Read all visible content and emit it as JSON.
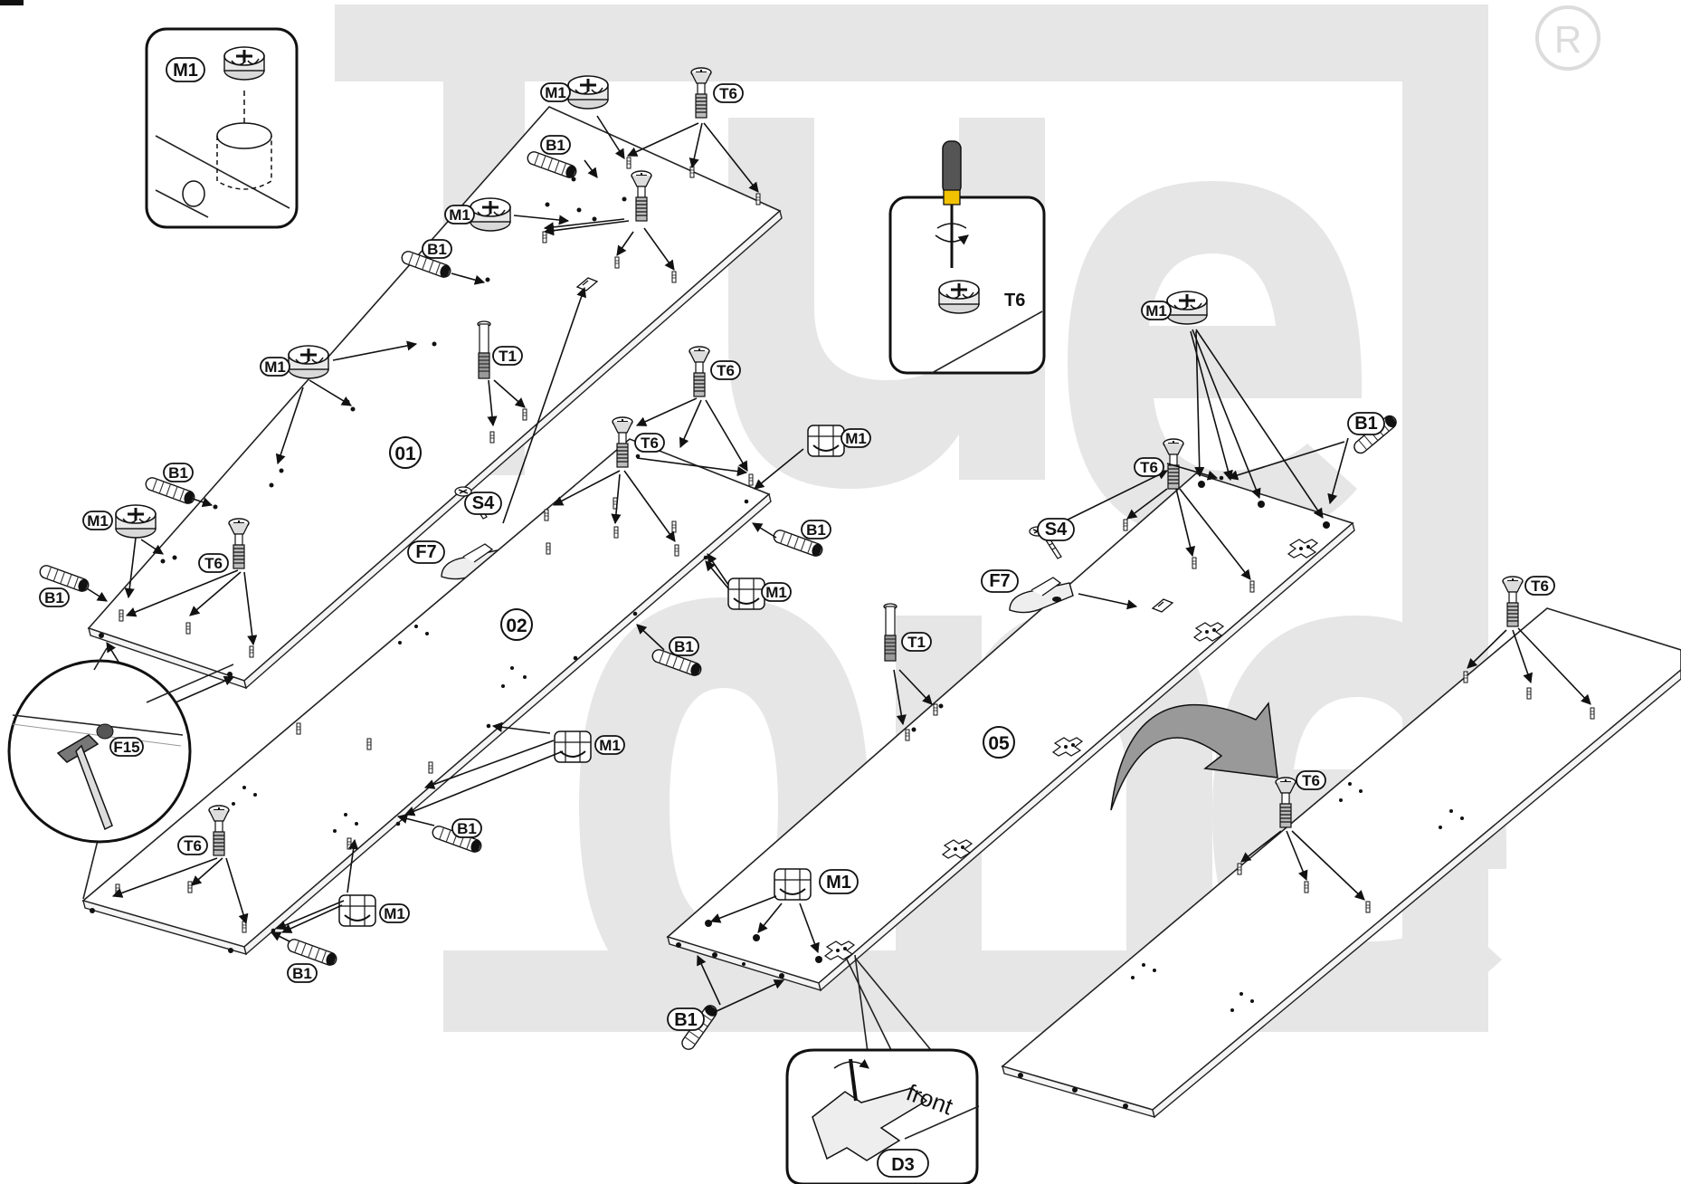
{
  "watermark": {
    "line1": "True",
    "line2": "Tone",
    "registered": "®"
  },
  "steps": [
    {
      "id": "01",
      "label": "01"
    },
    {
      "id": "02",
      "label": "02"
    },
    {
      "id": "05",
      "label": "05"
    }
  ],
  "parts": {
    "M1": "M1",
    "B1": "B1",
    "T6": "T6",
    "T1": "T1",
    "S4": "S4",
    "F7": "F7",
    "F15": "F15",
    "D3": "D3"
  },
  "inset_labels": {
    "screwdriver": "T6",
    "hinge_note": "front",
    "hinge_part": "D3",
    "cam_part": "M1"
  }
}
